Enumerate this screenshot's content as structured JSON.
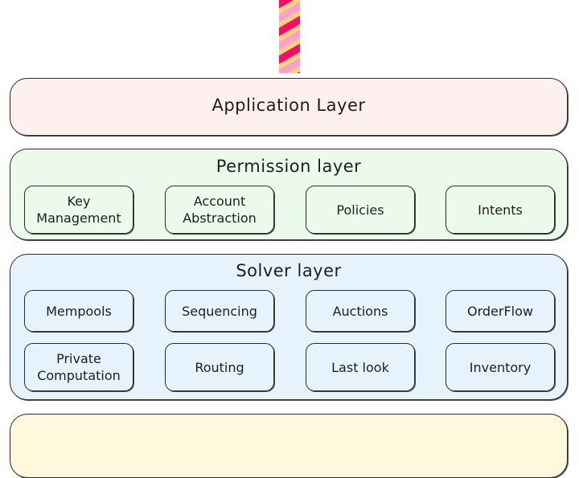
{
  "application_layer": {
    "title": "Application Layer",
    "color": "#fff0f0"
  },
  "permission_layer": {
    "title": "Permission layer",
    "color": "#ebfaeb",
    "items": [
      "Key\nManagement",
      "Account\nAbstraction",
      "Policies",
      "Intents"
    ]
  },
  "solver_layer": {
    "title": "Solver layer",
    "color": "#e6f3fd",
    "items": [
      "Mempools",
      "Sequencing",
      "Auctions",
      "OrderFlow",
      "Private\nComputation",
      "Routing",
      "Last look",
      "Inventory"
    ]
  },
  "bottom_layer": {
    "color": "#fff8dc"
  }
}
